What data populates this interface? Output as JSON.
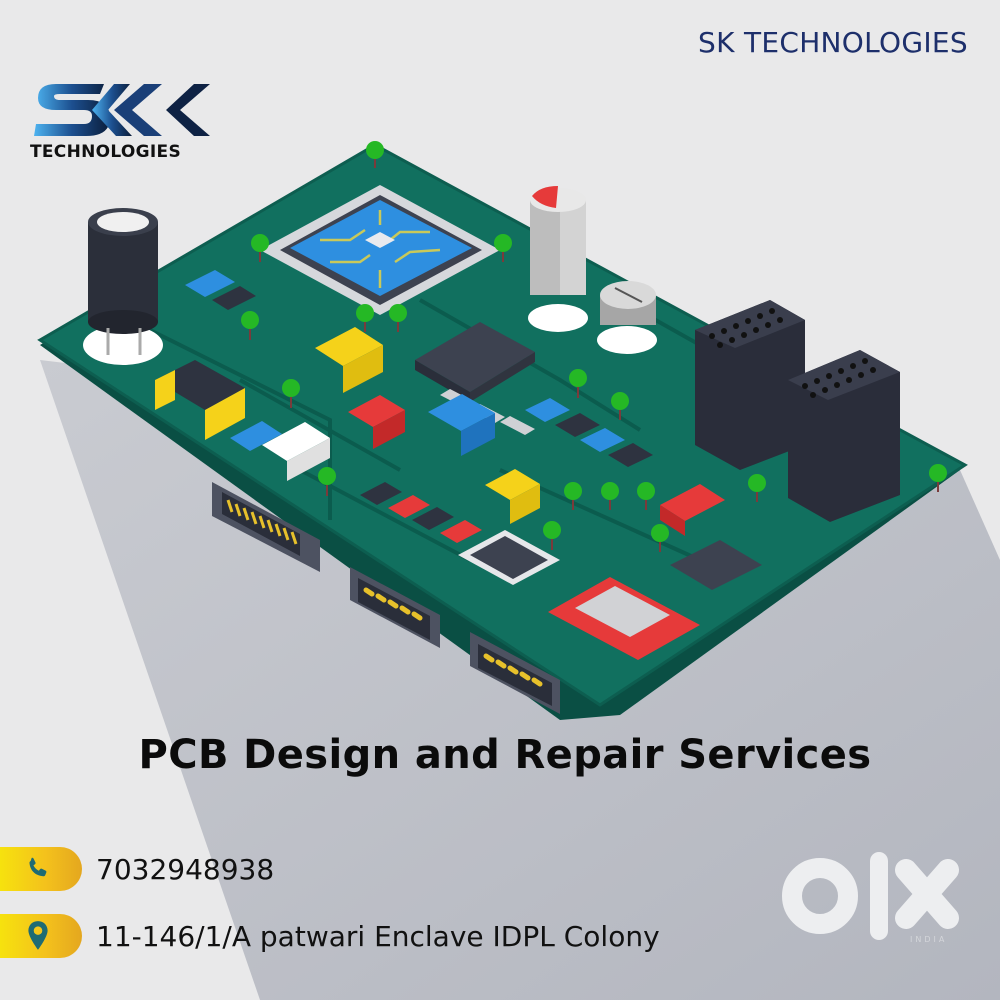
{
  "logo": {
    "mark": "SK",
    "subtitle": "TECHNOLOGIES"
  },
  "header": {
    "brand_name": "SK TECHNOLOGIES"
  },
  "illustration": {
    "subject": "isometric-pcb-circuit-board",
    "colors": {
      "board": "#0f6b5c",
      "board_edge": "#0a4f44",
      "chip_blue": "#2e8fe0",
      "trace_gold": "#c9c95a",
      "dark_component": "#2e3340",
      "accent_red": "#e63a3a",
      "accent_yellow": "#f5d21a",
      "tree_green": "#25b825"
    }
  },
  "headline": {
    "text": "PCB Design and Repair Services"
  },
  "contact": {
    "phone": {
      "icon": "phone-icon",
      "value": "7032948938"
    },
    "address": {
      "icon": "location-pin-icon",
      "value": "11-146/1/A patwari Enclave IDPL Colony"
    }
  },
  "watermark": {
    "brand": "olx",
    "region": "INDIA"
  },
  "colors": {
    "background": "#e9e9ea",
    "shadow": "#b8bbc4",
    "brand_blue": "#1d2f6b",
    "pill_yellow": "#f4c21c",
    "icon_teal": "#1f6b73"
  }
}
